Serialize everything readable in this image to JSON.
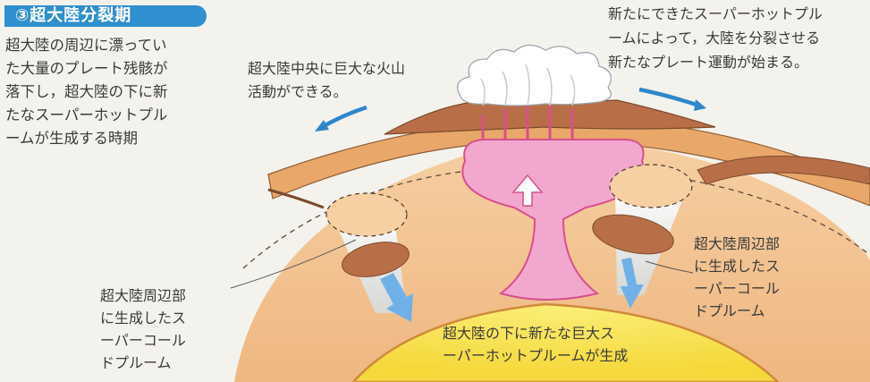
{
  "phase": {
    "title": "③超大陸分裂期",
    "description": "超大陸の周辺に漂ってい\nた大量のプレート残骸が\n落下し，超大陸の下に新\nたなスーパーホットプル\nームが生成する時期"
  },
  "labels": {
    "volcanic_activity": "超大陸中央に巨大な火山\n活動ができる。",
    "plate_motion": "新たにできたスーパーホットプル\nームによって，大陸を分裂させる\n新たなプレート運動が始まる。",
    "cold_plume_left": "超大陸周辺部\nに生成したス\nーパーコール\nドプルーム",
    "cold_plume_right": "超大陸周辺部\nに生成したス\nーパーコール\nドプルーム",
    "hot_plume": "超大陸の下に新たな巨大ス\nーパーホットプルームが生成"
  },
  "colors": {
    "title_bg": "#2f8fcf",
    "mantle": "#f3c28f",
    "crust": "#b86f48",
    "core": "#f7e24a",
    "hot_plume": "#f2a7cf",
    "cold_plume_arrow": "#6fb1e6",
    "motion_arrow": "#2f86cc"
  }
}
